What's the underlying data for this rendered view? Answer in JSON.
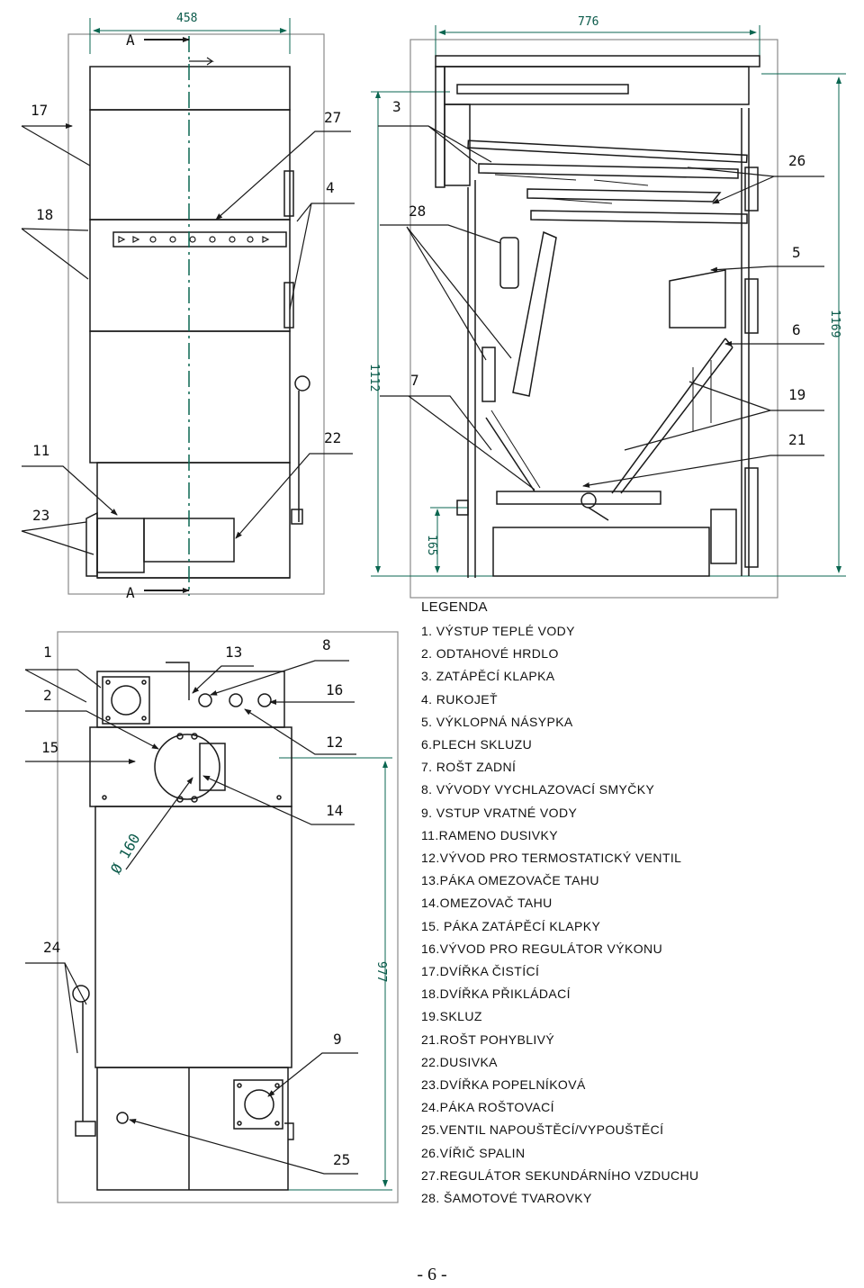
{
  "dimensions": {
    "front_width": "458",
    "side_width": "776",
    "side_inner_height": "1112",
    "side_total_height": "1169",
    "ash_height": "165",
    "rear_height": "977",
    "flue_diameter": "Ø 160"
  },
  "section_marks": {
    "top": "A",
    "bottom": "A"
  },
  "callouts": {
    "front": [
      "17",
      "18",
      "27",
      "4",
      "11",
      "23",
      "22"
    ],
    "side": [
      "3",
      "28",
      "7",
      "26",
      "5",
      "6",
      "19",
      "21"
    ],
    "rear": [
      "1",
      "2",
      "15",
      "13",
      "8",
      "16",
      "12",
      "14",
      "24",
      "9",
      "25"
    ]
  },
  "legend": {
    "title": "LEGENDA",
    "items": [
      "1. VÝSTUP TEPLÉ VODY",
      "2. ODTAHOVÉ HRDLO",
      "3. ZATÁPĚCÍ KLAPKA",
      "4. RUKOJEŤ",
      "5. VÝKLOPNÁ NÁSYPKA",
      "6.PLECH SKLUZU",
      "7. ROŠT ZADNÍ",
      "8. VÝVODY VYCHLAZOVACÍ SMYČKY",
      "9. VSTUP VRATNÉ VODY",
      "11.RAMENO DUSIVKY",
      "12.VÝVOD PRO TERMOSTATICKÝ VENTIL",
      "13.PÁKA OMEZOVAČE TAHU",
      "14.OMEZOVAČ TAHU",
      "15. PÁKA ZATÁPĚCÍ KLAPKY",
      "16.VÝVOD PRO REGULÁTOR VÝKONU",
      "17.DVÍŘKA ČISTÍCÍ",
      "18.DVÍŘKA PŘIKLÁDACÍ",
      "19.SKLUZ",
      "21.ROŠT POHYBLIVÝ",
      "22.DUSIVKA",
      "23.DVÍŘKA POPELNÍKOVÁ",
      "24.PÁKA ROŠTOVACÍ",
      "25.VENTIL NAPOUŠTĚCÍ/VYPOUŠTĚCÍ",
      "26.VÍŘIČ SPALIN",
      "27.REGULÁTOR SEKUNDÁRNÍHO VZDUCHU",
      "28. ŠAMOTOVÉ TVAROVKY"
    ]
  },
  "page_number": "- 6 -",
  "colors": {
    "line": "#1a1a1a",
    "dimension": "#0a6650",
    "frame": "#8a8a8a",
    "center_line": "#0a6650"
  }
}
